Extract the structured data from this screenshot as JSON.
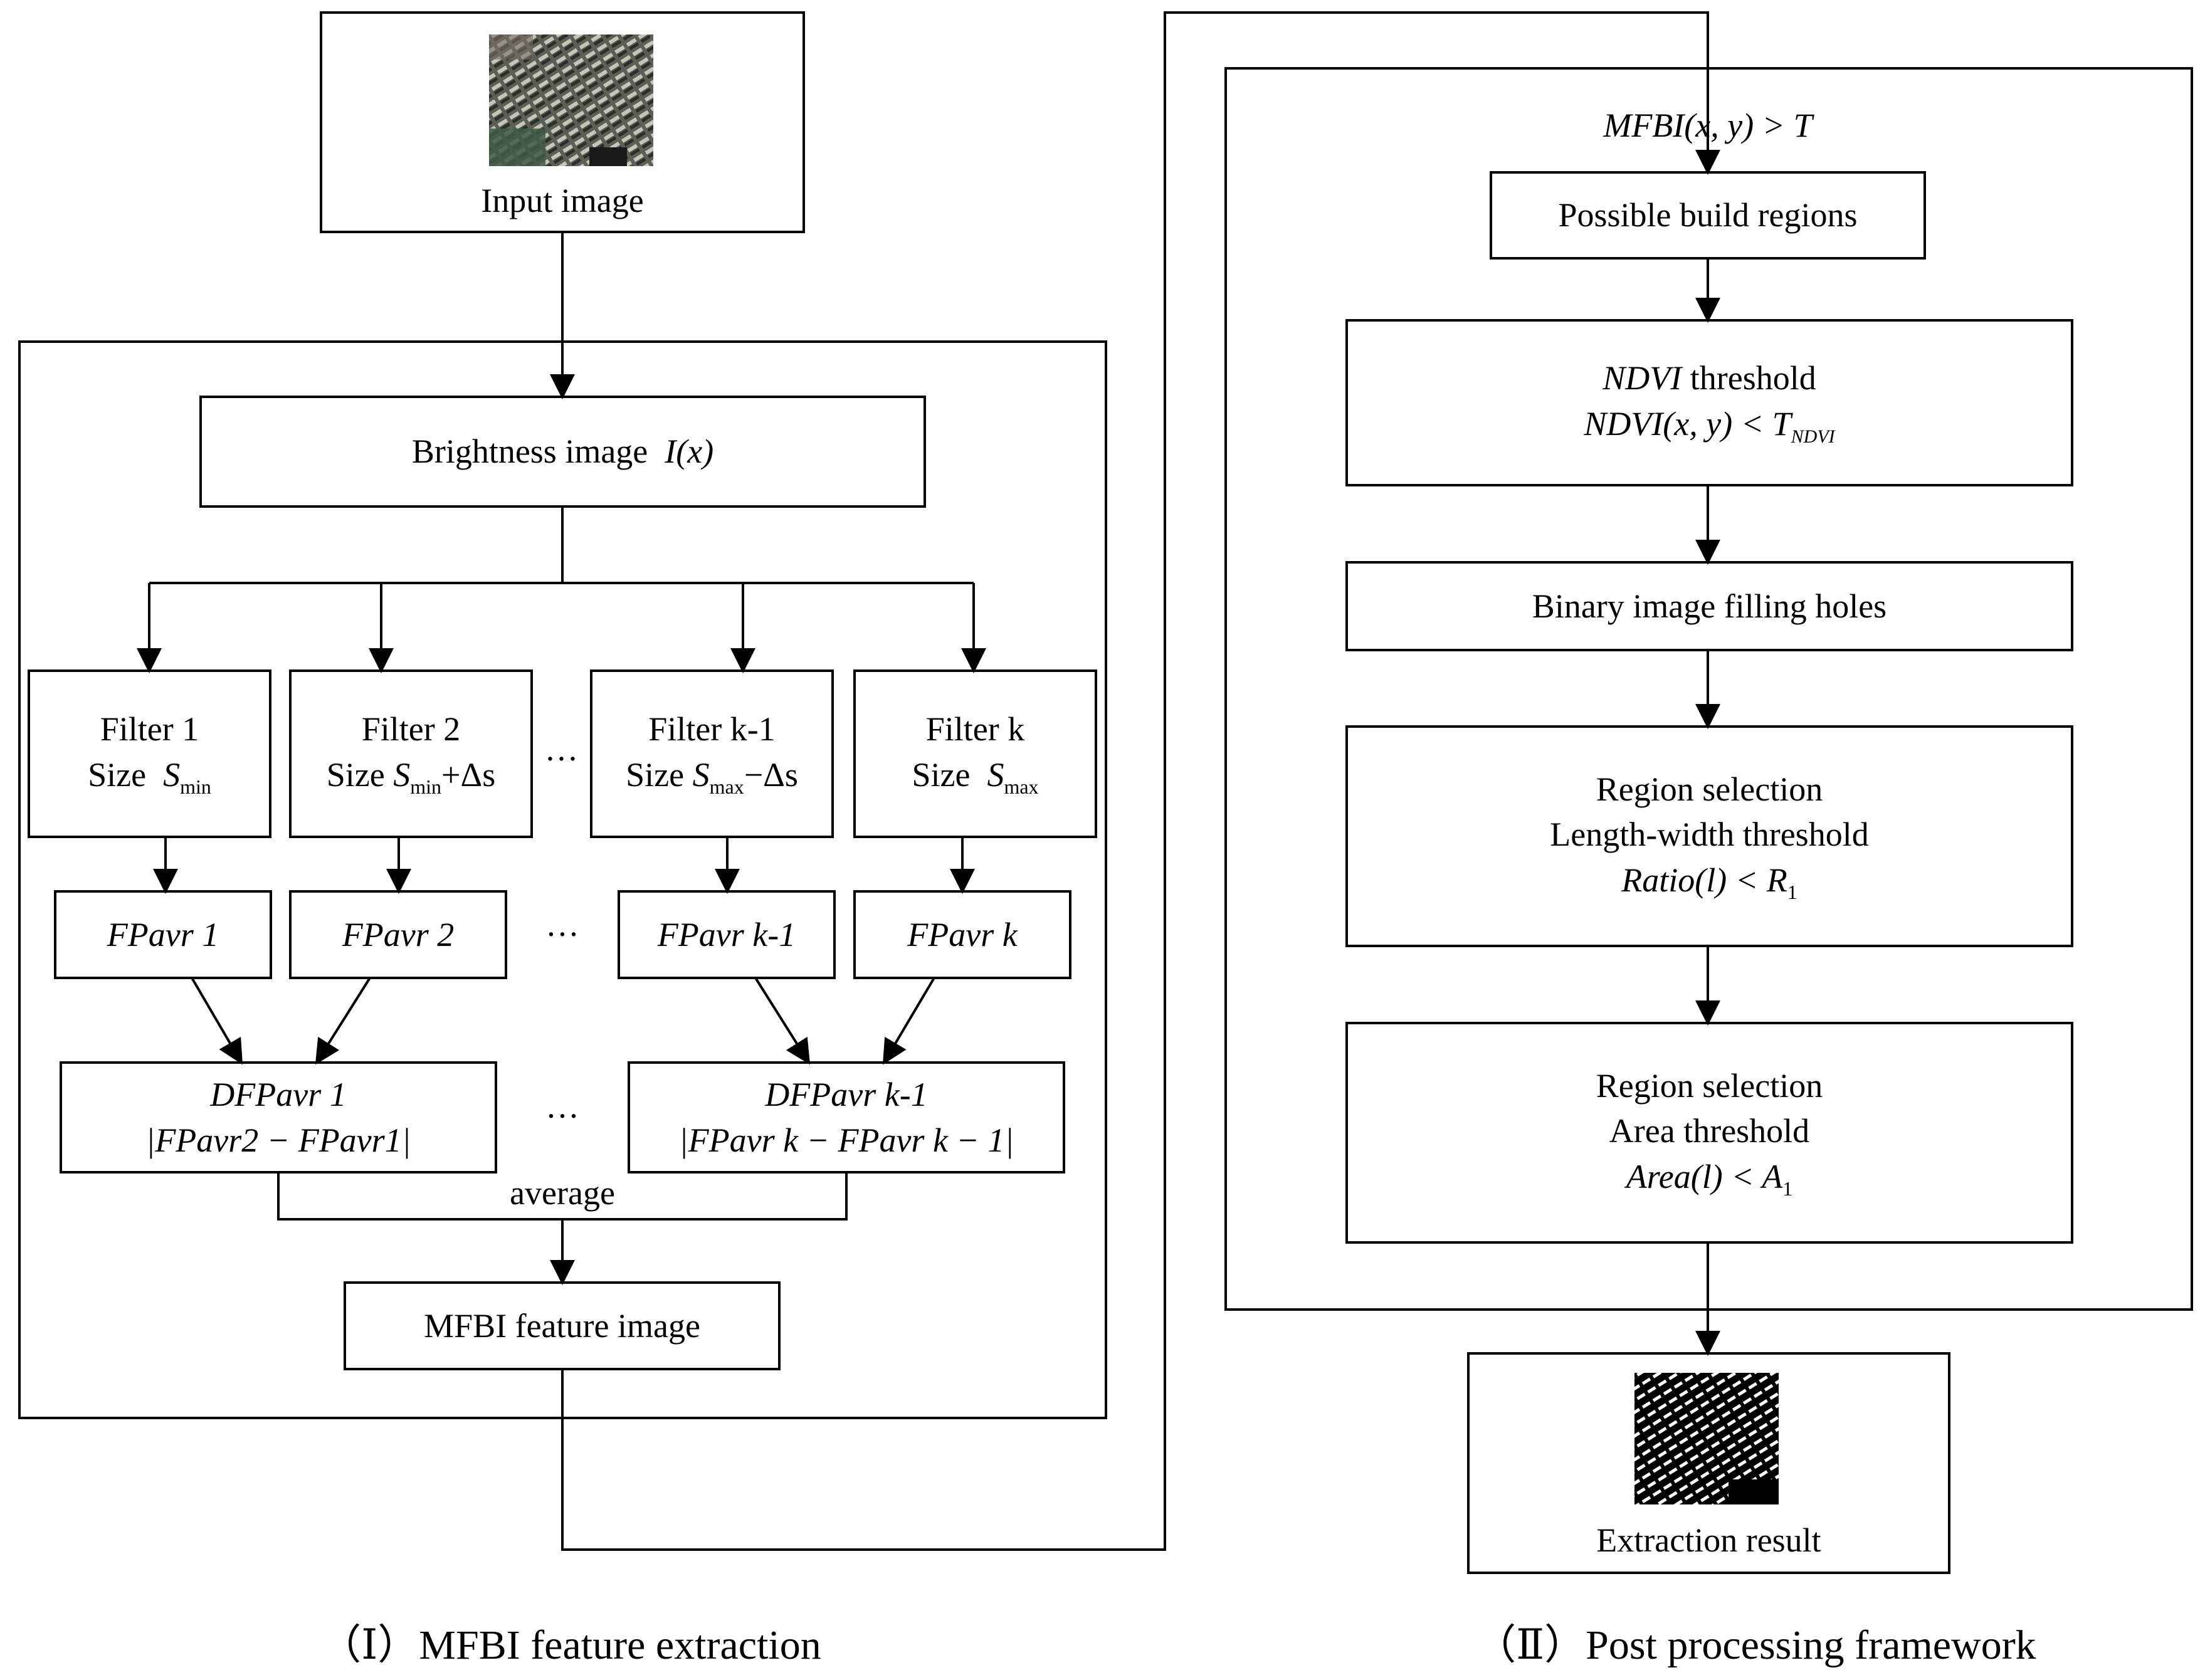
{
  "panel1": {
    "caption": "（Ⅰ）MFBI feature extraction",
    "input_label": "Input image",
    "brightness": {
      "text": "Brightness image",
      "func": "I(x)"
    },
    "filters": [
      {
        "title": "Filter 1",
        "size_prefix": "Size",
        "size_var": "S",
        "size_sub": "min",
        "size_suffix": ""
      },
      {
        "title": "Filter 2",
        "size_prefix": "Size",
        "size_var": "S",
        "size_sub": "min",
        "size_suffix": "+Δs"
      },
      {
        "title": "Filter k-1",
        "size_prefix": "Size",
        "size_var": "S",
        "size_sub": "max",
        "size_suffix": "−Δs"
      },
      {
        "title": "Filter k",
        "size_prefix": "Size",
        "size_var": "S",
        "size_sub": "max",
        "size_suffix": ""
      }
    ],
    "fpavr": [
      "FPavr 1",
      "FPavr 2",
      "FPavr k-1",
      "FPavr k"
    ],
    "dfpavr": [
      {
        "title": "DFPavr 1",
        "formula": "|FPavr2 − FPavr1|"
      },
      {
        "title": "DFPavr k-1",
        "formula": "|FPavr k − FPavr k − 1|"
      }
    ],
    "ellipsis": "···",
    "average": "average",
    "mfbi_feature": "MFBI feature image"
  },
  "panel2": {
    "caption": "（Ⅱ）Post processing framework",
    "condition": "MFBI(x, y) > T",
    "possible_regions": "Possible build regions",
    "ndvi_title": {
      "var": "NDVI",
      "text": "threshold"
    },
    "ndvi_formula": {
      "lhs": "NDVI(x, y) < T",
      "sub": "NDVI"
    },
    "binary_fill": "Binary image filling holes",
    "region_ratio": {
      "title": "Region selection",
      "subtitle": "Length-width threshold",
      "lhs": "Ratio(l) < R",
      "sub": "1"
    },
    "region_area": {
      "title": "Region selection",
      "subtitle": "Area threshold",
      "lhs": "Area(l) < A",
      "sub": "1"
    },
    "output_label": "Extraction result"
  }
}
